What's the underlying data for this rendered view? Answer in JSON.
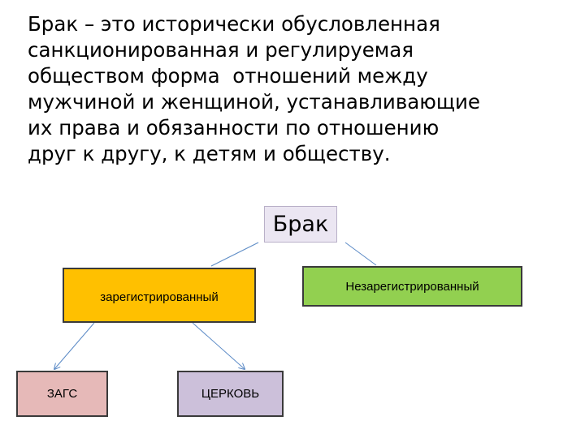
{
  "definition": {
    "lines": [
      "Брак – это исторически обусловленная",
      "санкционированная и регулируемая",
      "обществом форма  отношений между",
      "мужчиной и женщиной, устанавливающие",
      "их права и обязанности по отношению",
      "друг к другу, к детям и обществу."
    ]
  },
  "diagram": {
    "root": "Брак",
    "registered": "зарегистрированный",
    "unregistered": "Незарегистрированный",
    "zags": "ЗАГС",
    "church": "ЦЕРКОВЬ"
  },
  "colors": {
    "root_fill": "#ebe6f2",
    "registered_fill": "#ffc000",
    "unregistered_fill": "#92d050",
    "zags_fill": "#e6b9b8",
    "church_fill": "#ccc0da",
    "connector": "#5b8ac6"
  }
}
